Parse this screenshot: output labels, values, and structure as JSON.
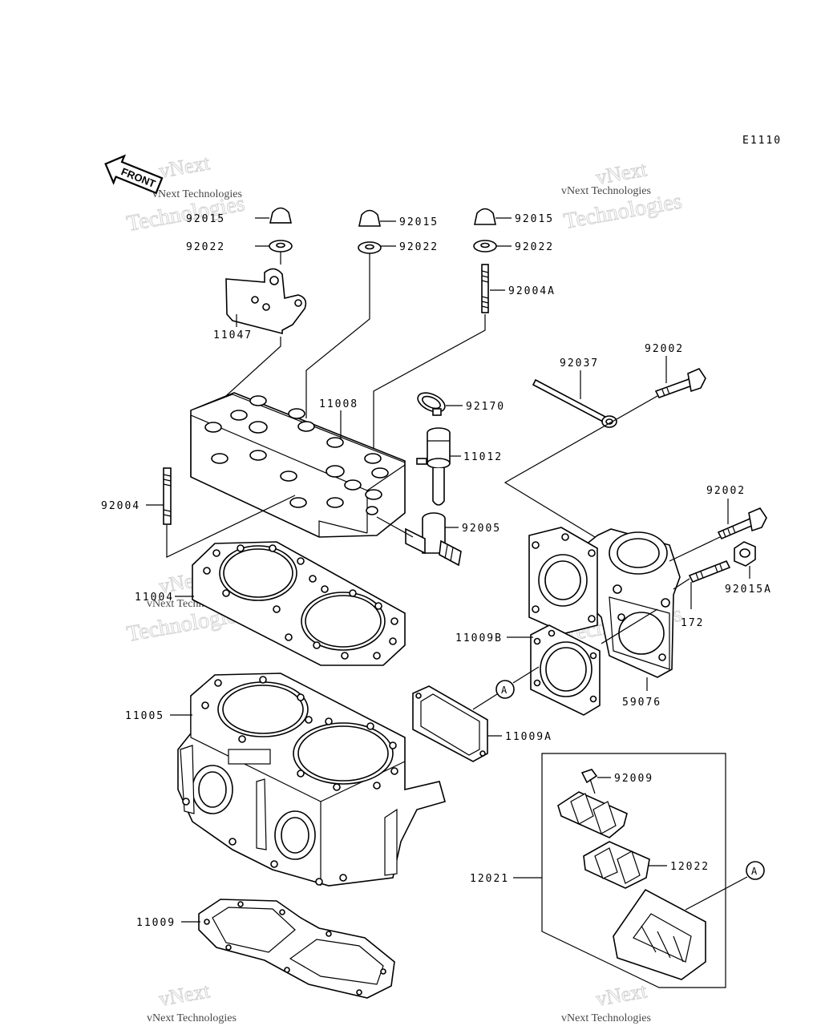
{
  "diagram_code": "E1110",
  "front_label": "FRONT",
  "watermark_text": "vNext Technologies",
  "watermark_big_line1": "vNext",
  "watermark_big_line2": "Technologies",
  "callout_letter": "A",
  "labels": {
    "p92015_left": "92015",
    "p92022_left": "92022",
    "p11047": "11047",
    "p92015_mid": "92015",
    "p92022_mid": "92022",
    "p92015_right": "92015",
    "p92022_right": "92022",
    "p92004A": "92004A",
    "p92037": "92037",
    "p92002_top": "92002",
    "p11008": "11008",
    "p92170": "92170",
    "p11012": "11012",
    "p92004": "92004",
    "p92005": "92005",
    "p92002_mid": "92002",
    "p92015A": "92015A",
    "p172": "172",
    "p11004": "11004",
    "p11009B": "11009B",
    "p59076": "59076",
    "p11005": "11005",
    "p11009A": "11009A",
    "p92009": "92009",
    "p12022": "12022",
    "p12021": "12021",
    "p11009": "11009"
  }
}
